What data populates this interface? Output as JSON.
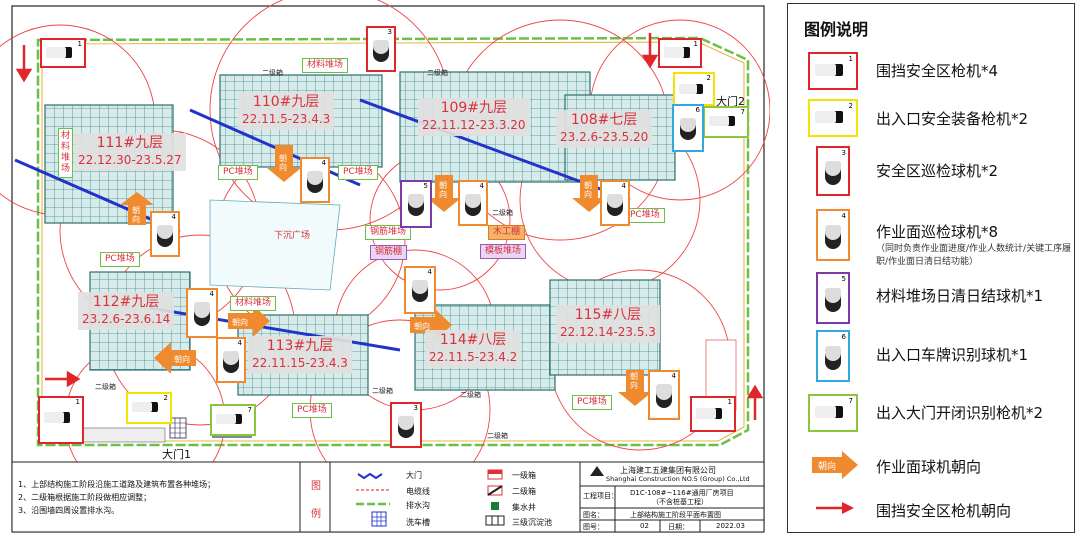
{
  "buildings": [
    {
      "id": "b110",
      "name": "110#九层",
      "dates": "22.11.5-23.4.3"
    },
    {
      "id": "b109",
      "name": "109#九层",
      "dates": "22.11.12-23.3.20"
    },
    {
      "id": "b108",
      "name": "108#七层",
      "dates": "23.2.6-23.5.20"
    },
    {
      "id": "b111",
      "name": "111#九层",
      "dates": "22.12.30-23.5.27"
    },
    {
      "id": "b112",
      "name": "112#九层",
      "dates": "23.2.6-23.6.14"
    },
    {
      "id": "b113",
      "name": "113#九层",
      "dates": "22.11.15-23.4.3"
    },
    {
      "id": "b114",
      "name": "114#八层",
      "dates": "22.11.5-23.4.2"
    },
    {
      "id": "b115",
      "name": "115#八层",
      "dates": "22.12.14-23.5.3"
    }
  ],
  "site_labels": {
    "pc_yard": "PC堆场",
    "material_yard": "材料堆场",
    "material_yard_v": "材料堆场",
    "sunken_square": "下沉广场",
    "rebar_yard": "钢筋堆场",
    "rebar_shed": "钢筋棚",
    "carpentry_shed": "木工棚",
    "formwork_yard": "模板堆场",
    "secondary_box": "二级箱",
    "gate1": "大门1",
    "gate2": "大门2",
    "facing": "朝向",
    "cam_nums": {
      "c1": "1",
      "c2": "2",
      "c3": "3",
      "c4": "4",
      "c5": "5",
      "c6": "6",
      "c7": "7"
    }
  },
  "notes": [
    "1、上部结构施工阶段沿施工道路及建筑布置各种堆场；",
    "2、二级箱根据施工阶段做相应调整；",
    "3、沿围墙四周设置排水沟。"
  ],
  "map_legend": {
    "title_top": "图",
    "title_bottom": "例",
    "items": [
      "大门",
      "电缆线",
      "排水沟",
      "洗车槽",
      "一级箱",
      "二级箱",
      "集水井",
      "三级沉淀池"
    ]
  },
  "title_block": {
    "company_cn": "上海建工五建集团有限公司",
    "company_en": "Shanghai Construction NO.5 (Group) Co.,Ltd",
    "project_label": "工程项目：",
    "project_name": "D1C-108#~116#通用厂房项目",
    "project_sub": "（不含桩基工程）",
    "drawing_label": "图名：",
    "drawing_name": "上部结构施工阶段平面布置图",
    "number_label": "图号：",
    "number": "02",
    "date_label": "日期：",
    "date": "2022.03"
  },
  "legend": {
    "title": "图例说明",
    "items": [
      {
        "num": "1",
        "label": "围挡安全区枪机*4",
        "color": "#e0262b",
        "kind": "bullet"
      },
      {
        "num": "2",
        "label": "出入口安全装备枪机*2",
        "color": "#f2e300",
        "kind": "bullet"
      },
      {
        "num": "3",
        "label": "安全区巡检球机*2",
        "color": "#e0262b",
        "kind": "dome"
      },
      {
        "num": "4",
        "label": "作业面巡检球机*8",
        "color": "#ef8a2e",
        "kind": "dome"
      },
      {
        "num": "5",
        "label": "材料堆场日清日结球机*1",
        "color": "#7c3aa6",
        "kind": "dome"
      },
      {
        "num": "6",
        "label": "出入口车牌识别球机*1",
        "color": "#35a7e0",
        "kind": "dome"
      },
      {
        "num": "7",
        "label": "出入大门开闭识别枪机*2",
        "color": "#8cc63f",
        "kind": "bullet"
      }
    ],
    "sub_note": "（同时负责作业面进度/作业人数统计/关键工序履职/作业面日清日结功能）",
    "arrow_facing": "作业面球机朝向",
    "arrow_facing_icon": "朝向",
    "arrow_red": "围挡安全区枪机朝向"
  },
  "colors": {
    "accent_red": "#d9303b",
    "building_fill": "#d7ecea",
    "grid_line": "#3b8a89",
    "boundary_green": "#6cc04a",
    "orange_arrow": "#ef8a2e",
    "cable_blue": "#2233cc"
  }
}
